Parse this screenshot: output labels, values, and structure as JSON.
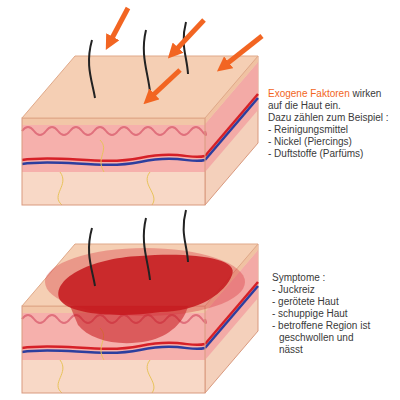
{
  "diagram": {
    "labels": [
      "Exogene Faktoren",
      "wirken auf die Haut ein.",
      "Dazu zählen zum Beispiel :",
      "- Reinigungsmittel",
      "- Nickel (Piercings)",
      "- Duftstoffe (Parfüms)",
      "Symptome :",
      "- Juckreiz",
      "- gerötete Haut",
      "- schuppige Haut",
      "- betroffene Region ist geschwollen und nässt"
    ]
  }
}
